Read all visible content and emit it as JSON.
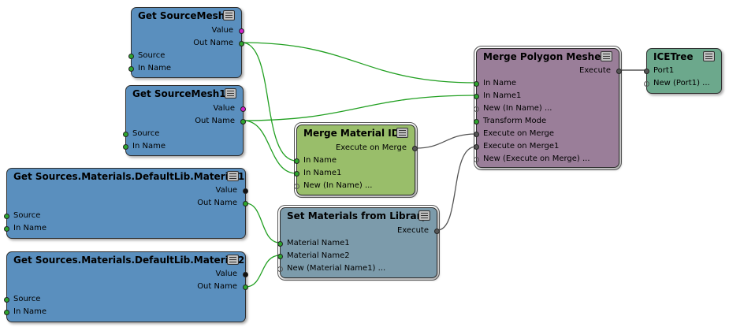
{
  "nodes": {
    "get_sourcemesh": {
      "title": "Get SourceMesh",
      "ports": [
        "Value",
        "Out Name",
        "Source",
        "In Name"
      ]
    },
    "get_sourcemesh1": {
      "title": "Get SourceMesh1",
      "ports": [
        "Value",
        "Out Name",
        "Source",
        "In Name"
      ]
    },
    "get_material1": {
      "title": "Get Sources.Materials.DefaultLib.Material1",
      "ports": [
        "Value",
        "Out Name",
        "Source",
        "In Name"
      ]
    },
    "get_material2": {
      "title": "Get Sources.Materials.DefaultLib.Material2",
      "ports": [
        "Value",
        "Out Name",
        "Source",
        "In Name"
      ]
    },
    "merge_material_id": {
      "title": "Merge Material ID",
      "ports": [
        "Execute on Merge",
        "In Name",
        "In Name1",
        "New (In Name) ..."
      ]
    },
    "set_materials": {
      "title": "Set Materials from Library",
      "ports": [
        "Execute",
        "Material Name1",
        "Material Name2",
        "New (Material Name1) ..."
      ]
    },
    "merge_polygon_meshes": {
      "title": "Merge Polygon Meshes",
      "ports": [
        "Execute",
        "In Name",
        "In Name1",
        "New (In Name) ...",
        "Transform Mode",
        "Execute on Merge",
        "Execute on Merge1",
        "New (Execute on Merge) ..."
      ]
    },
    "icetree": {
      "title": "ICETree",
      "ports": [
        "Port1",
        "New (Port1) ..."
      ]
    }
  },
  "colors": {
    "wire_green": "#22a022",
    "wire_gray": "#555555",
    "blue_node": "#5a8fbe",
    "green_node": "#99be6a",
    "purple_node": "#9a7e99",
    "teal_node": "#6ca88c",
    "slate_node": "#7c9bab"
  }
}
